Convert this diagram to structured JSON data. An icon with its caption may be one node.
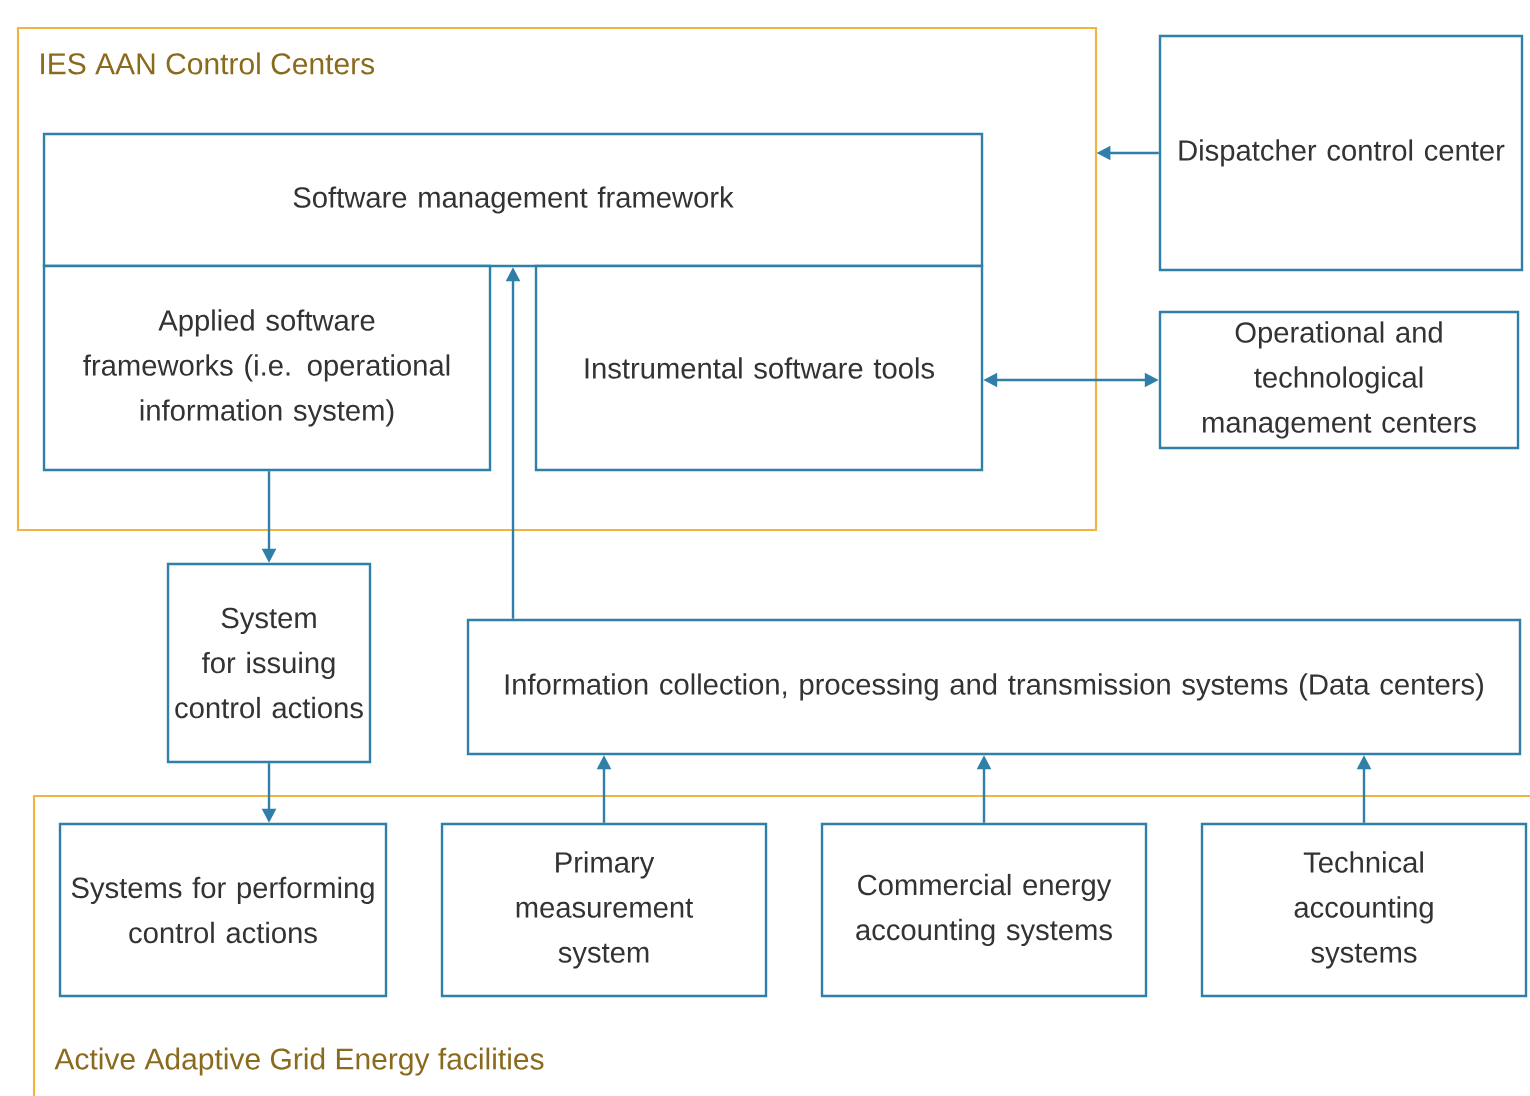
{
  "diagram": {
    "nodes": [
      {
        "text": [
          "IES AAN Control Centers"
        ]
      },
      {
        "text": [
          "Software management framework"
        ],
        "in": 0
      },
      {
        "text": [
          "Applied software frameworks (i.e. operational information system)"
        ],
        "in": 0
      },
      {
        "text": [
          "Instrumental software tools"
        ],
        "in": 0
      },
      {
        "text": [
          "Dispatcher control center"
        ]
      },
      {
        "text": [
          "Operational and technological management centers"
        ]
      },
      {
        "text": [
          "System for issuing control actions"
        ]
      },
      {
        "text": [
          "Information collection, processing and transmission systems (Data centers)"
        ]
      },
      {
        "text": [
          "Active Adaptive Grid Energy facilities"
        ]
      },
      {
        "text": [
          "Systems for performing control actions"
        ],
        "in": 8
      },
      {
        "text": [
          "Primary measurement system"
        ],
        "in": 8
      },
      {
        "text": [
          "Commercial energy accounting systems"
        ],
        "in": 8
      },
      {
        "text": [
          "Technical accounting systems"
        ],
        "in": 8
      }
    ],
    "edges": [
      {
        "from": 4,
        "to": 0,
        "arrow": "to"
      },
      {
        "from": 3,
        "to": 5,
        "arrow": "both"
      },
      {
        "from": 2,
        "to": 6,
        "arrow": "to"
      },
      {
        "from": 6,
        "to": 9,
        "arrow": "to"
      },
      {
        "from": 7,
        "to": 1,
        "arrow": "to"
      },
      {
        "from": 10,
        "to": 7,
        "arrow": "to"
      },
      {
        "from": 11,
        "to": 7,
        "arrow": "to"
      },
      {
        "from": 12,
        "to": 7,
        "arrow": "to"
      }
    ]
  }
}
